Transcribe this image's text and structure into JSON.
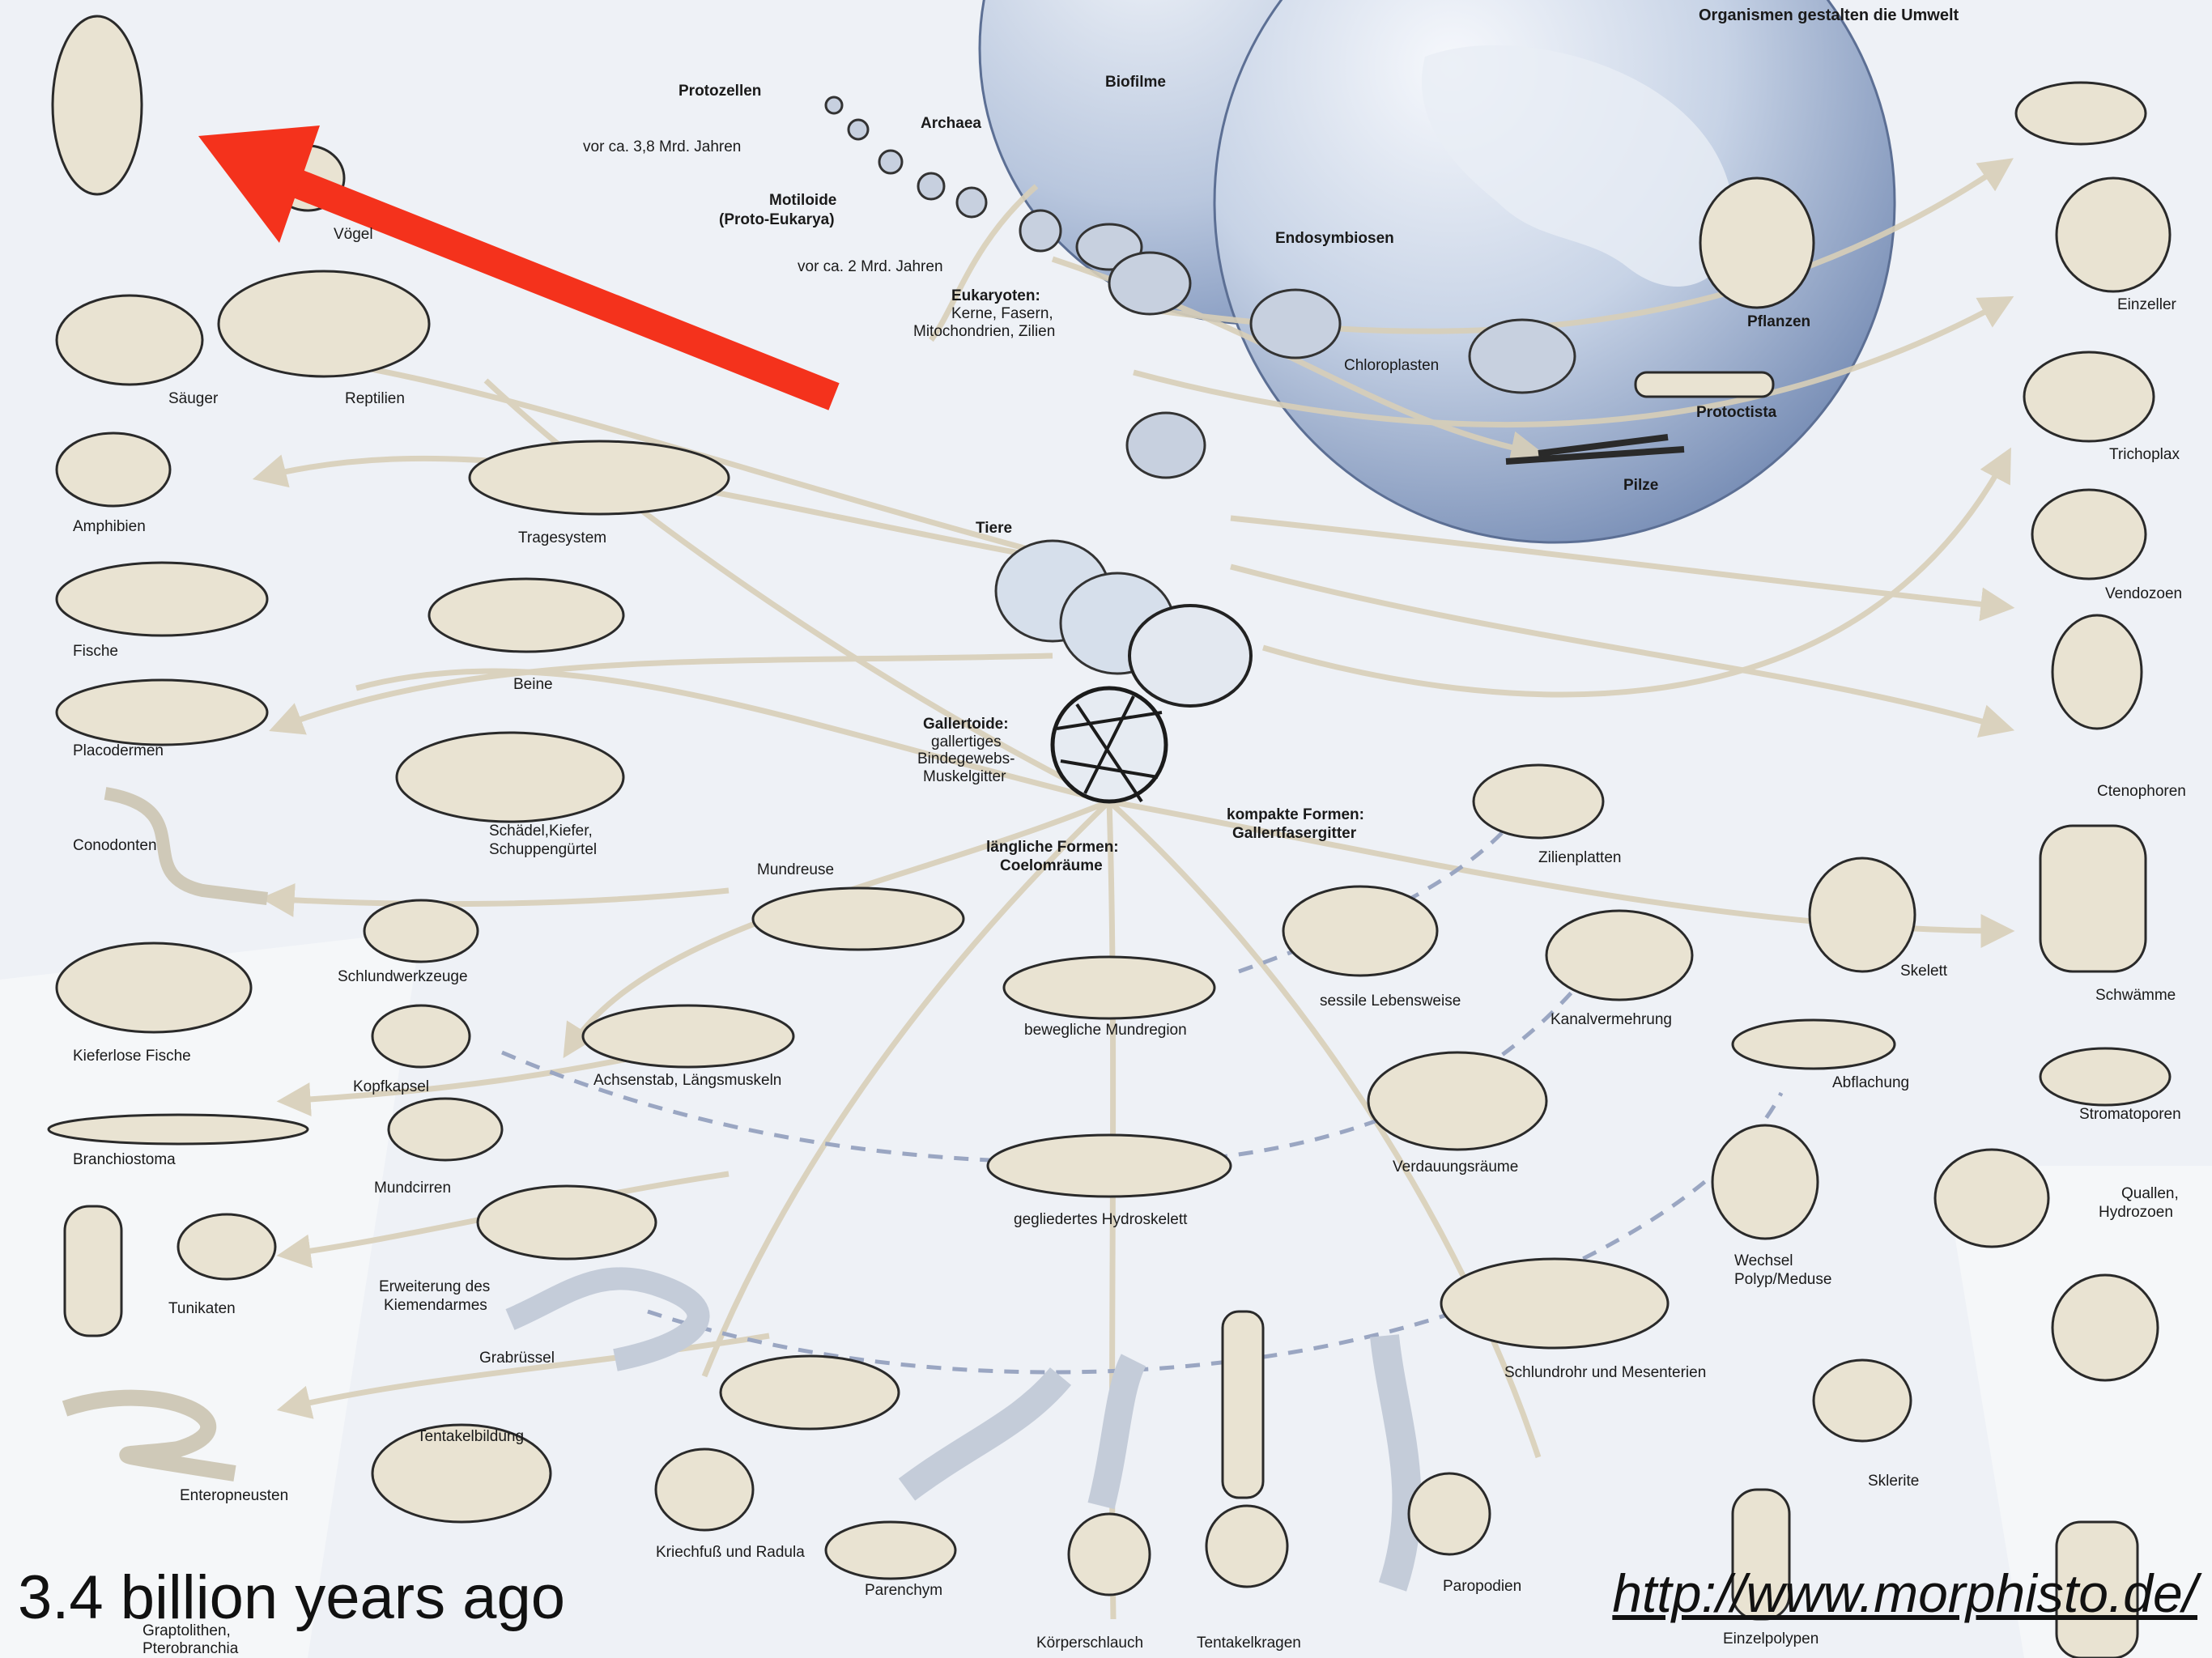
{
  "header": {
    "top_right_title": "Organismen gestalten die Umwelt"
  },
  "caption": "3.4 billion years ago",
  "source_link": "http://www.morphisto.de/",
  "colors": {
    "arrow": "#f4321c",
    "globe": "#9cb0d0",
    "branch": "#d8cfb8",
    "dashed": "#9aa6c2"
  },
  "labels": {
    "protozellen": "Protozellen",
    "biofilme": "Biofilme",
    "archaea": "Archaea",
    "vor_38": "vor ca. 3,8 Mrd. Jahren",
    "motiloide": "Motiloide",
    "proto_eukarya": "(Proto-Eukarya)",
    "vor_2": "vor ca. 2 Mrd. Jahren",
    "eukaryoten": "Eukaryoten:",
    "eukaryoten_sub1": "Kerne, Fasern,",
    "eukaryoten_sub2": "Mitochondrien, Zilien",
    "endosymbiosen": "Endosymbiosen",
    "chloroplasten": "Chloroplasten",
    "pflanzen": "Pflanzen",
    "protoctista": "Protoctista",
    "pilze": "Pilze",
    "tiere": "Tiere",
    "gallertoide": "Gallertoide:",
    "gallertoide_sub1": "gallertiges",
    "gallertoide_sub2": "Bindegewebs-",
    "gallertoide_sub3": "Muskelgitter",
    "kompakte": "kompakte Formen:",
    "gallertfasergitter": "Gallertfasergitter",
    "laengliche": "längliche Formen:",
    "coelomraeume": "Coelomräume",
    "mundreuse": "Mundreuse",
    "zilienplatten": "Zilienplatten",
    "sessile": "sessile Lebensweise",
    "bewegliche_mundregion": "bewegliche Mundregion",
    "kanalvermehrung": "Kanalvermehrung",
    "skelett": "Skelett",
    "abflachung": "Abflachung",
    "verdauungsraeume": "Verdauungsräume",
    "gegliedertes": "gegliedertes Hydroskelett",
    "wechsel1": "Wechsel",
    "wechsel2": "Polyp/Meduse",
    "schlundrohr": "Schlundrohr und Mesenterien",
    "sklerite": "Sklerite",
    "einzelpolypen": "Einzelpolypen",
    "paropodien": "Paropodien",
    "tentakelkragen": "Tentakelkragen",
    "koerperschlauch": "Körperschlauch",
    "parenchym": "Parenchym",
    "kriechfuss": "Kriechfuß und Radula",
    "tentakelbildung": "Tentakelbildung",
    "grabruessel": "Grabrüssel",
    "erweiterung1": "Erweiterung des",
    "erweiterung2": "Kiemendarmes",
    "mundcirren": "Mundcirren",
    "kopfkapsel": "Kopfkapsel",
    "achsenstab": "Achsenstab, Längsmuskeln",
    "schlundwerkzeuge": "Schlundwerkzeuge",
    "schaedel1": "Schädel,Kiefer,",
    "schaedel2": "Schuppengürtel",
    "beine": "Beine",
    "tragesystem": "Tragesystem",
    "voegel": "Vögel",
    "saeuger": "Säuger",
    "reptilien": "Reptilien",
    "amphibien": "Amphibien",
    "fische": "Fische",
    "placodermen": "Placodermen",
    "conodonten": "Conodonten",
    "kieferlose": "Kieferlose Fische",
    "branchiostoma": "Branchiostoma",
    "tunikaten": "Tunikaten",
    "enteropneusten": "Enteropneusten",
    "graptolithen1": "Graptolithen,",
    "graptolithen2": "Pterobranchia",
    "einzeller": "Einzeller",
    "trichoplax": "Trichoplax",
    "vendozoen": "Vendozoen",
    "ctenophoren": "Ctenophoren",
    "schwaemme": "Schwämme",
    "stromatoporen": "Stromatoporen",
    "quallen1": "Quallen,",
    "quallen2": "Hydrozoen"
  }
}
